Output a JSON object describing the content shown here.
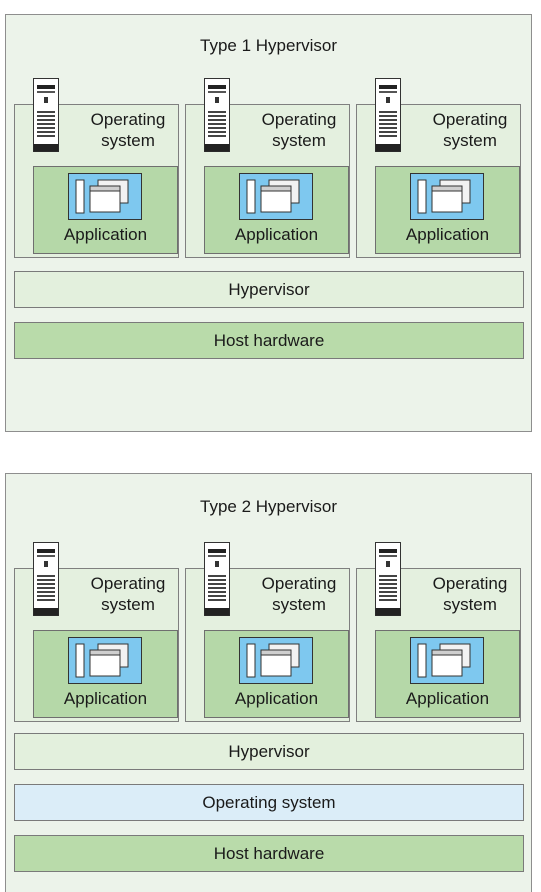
{
  "panels": [
    {
      "title": "Type 1 Hypervisor",
      "vms": [
        {
          "os_line1": "Operating",
          "os_line2": "system",
          "app": "Application"
        },
        {
          "os_line1": "Operating",
          "os_line2": "system",
          "app": "Application"
        },
        {
          "os_line1": "Operating",
          "os_line2": "system",
          "app": "Application"
        }
      ],
      "layers": [
        "Hypervisor",
        "Host hardware"
      ]
    },
    {
      "title": "Type 2 Hypervisor",
      "vms": [
        {
          "os_line1": "Operating",
          "os_line2": "system",
          "app": "Application"
        },
        {
          "os_line1": "Operating",
          "os_line2": "system",
          "app": "Application"
        },
        {
          "os_line1": "Operating",
          "os_line2": "system",
          "app": "Application"
        }
      ],
      "layers": [
        "Hypervisor",
        "Operating system",
        "Host hardware"
      ]
    }
  ],
  "colors": {
    "panel_bg": "#ecf3ea",
    "vm_bg": "#e4f0df",
    "app_bg": "#b5d8a8",
    "app_icon_blue": "#7ec8ef",
    "hypervisor_bg": "#e3f0dd",
    "hardware_bg": "#b9dbaa",
    "host_os_bg": "#dbedf8"
  },
  "icons": [
    "server-icon",
    "application-window-icon"
  ]
}
